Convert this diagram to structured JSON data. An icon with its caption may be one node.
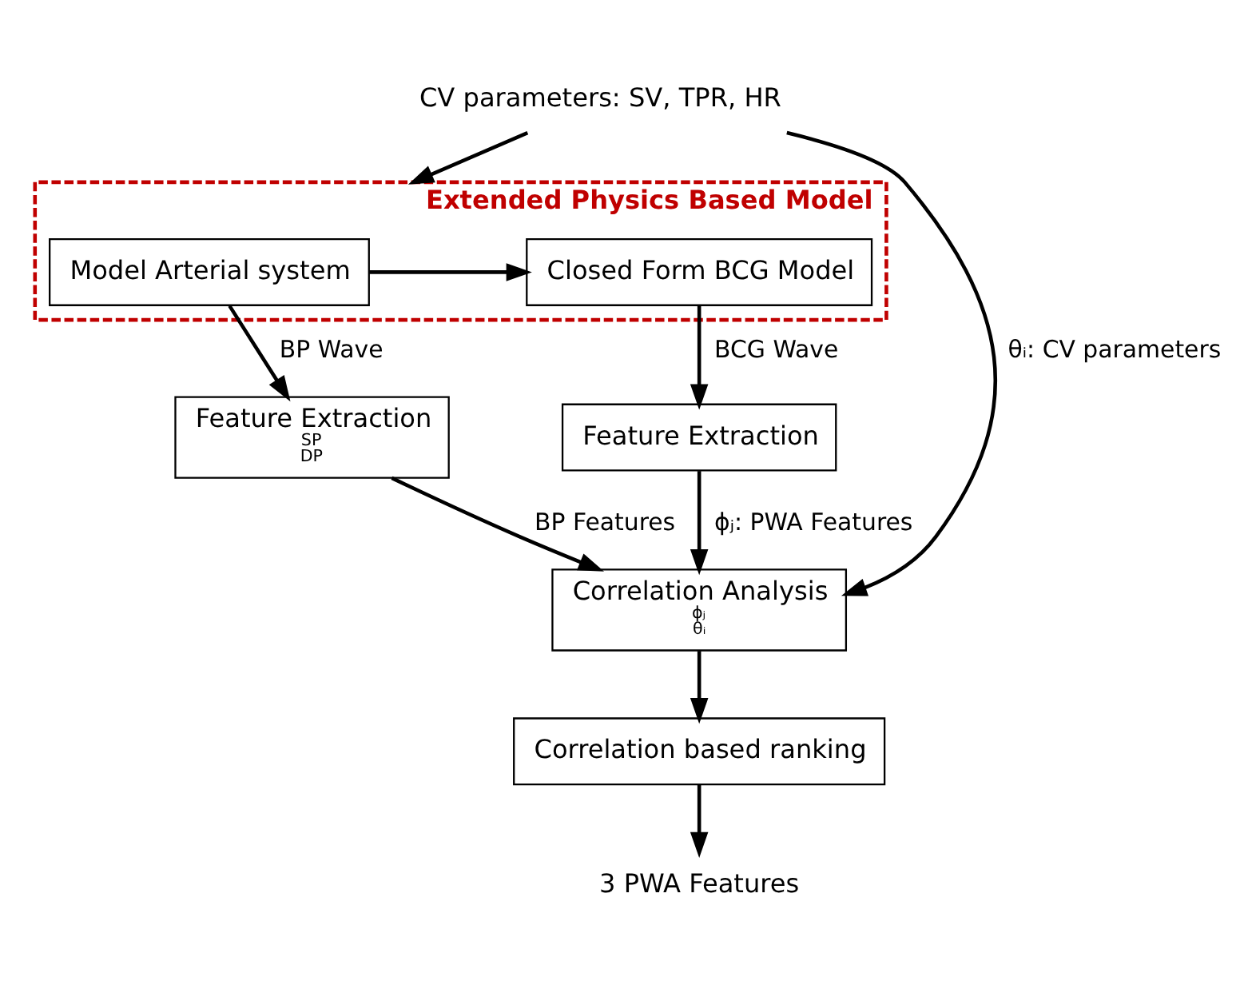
{
  "diagram": {
    "nodes": [
      {
        "text": [
          "CV parameters: SV, TPR, HR"
        ]
      },
      {
        "text": [
          "Extended Physics Based Model"
        ]
      },
      {
        "text": [
          "Model Arterial system"
        ],
        "in": 1
      },
      {
        "text": [
          "Closed Form BCG Model"
        ],
        "in": 1
      },
      {
        "text": [
          "Feature Extraction",
          "SP",
          "DP"
        ]
      },
      {
        "text": [
          "Feature Extraction"
        ]
      },
      {
        "text": [
          "Correlation Analysis",
          "ϕⱼ",
          "θᵢ"
        ]
      },
      {
        "text": [
          "Correlation based ranking"
        ]
      },
      {
        "text": [
          "3 PWA Features"
        ]
      }
    ],
    "edges": [
      {
        "from": 0,
        "to": 1,
        "arrow": "to"
      },
      {
        "from": 0,
        "to": 6,
        "arrow": "to",
        "label": "θᵢ: CV parameters"
      },
      {
        "from": 2,
        "to": 3,
        "arrow": "to"
      },
      {
        "from": 2,
        "to": 4,
        "arrow": "to",
        "label": "BP Wave"
      },
      {
        "from": 3,
        "to": 5,
        "arrow": "to",
        "label": "BCG Wave"
      },
      {
        "from": 4,
        "to": 6,
        "arrow": "to",
        "label": "BP Features"
      },
      {
        "from": 5,
        "to": 6,
        "arrow": "to",
        "label": "ϕⱼ: PWA Features"
      },
      {
        "from": 6,
        "to": 7,
        "arrow": "to"
      },
      {
        "from": 7,
        "to": 8,
        "arrow": "to"
      }
    ]
  }
}
